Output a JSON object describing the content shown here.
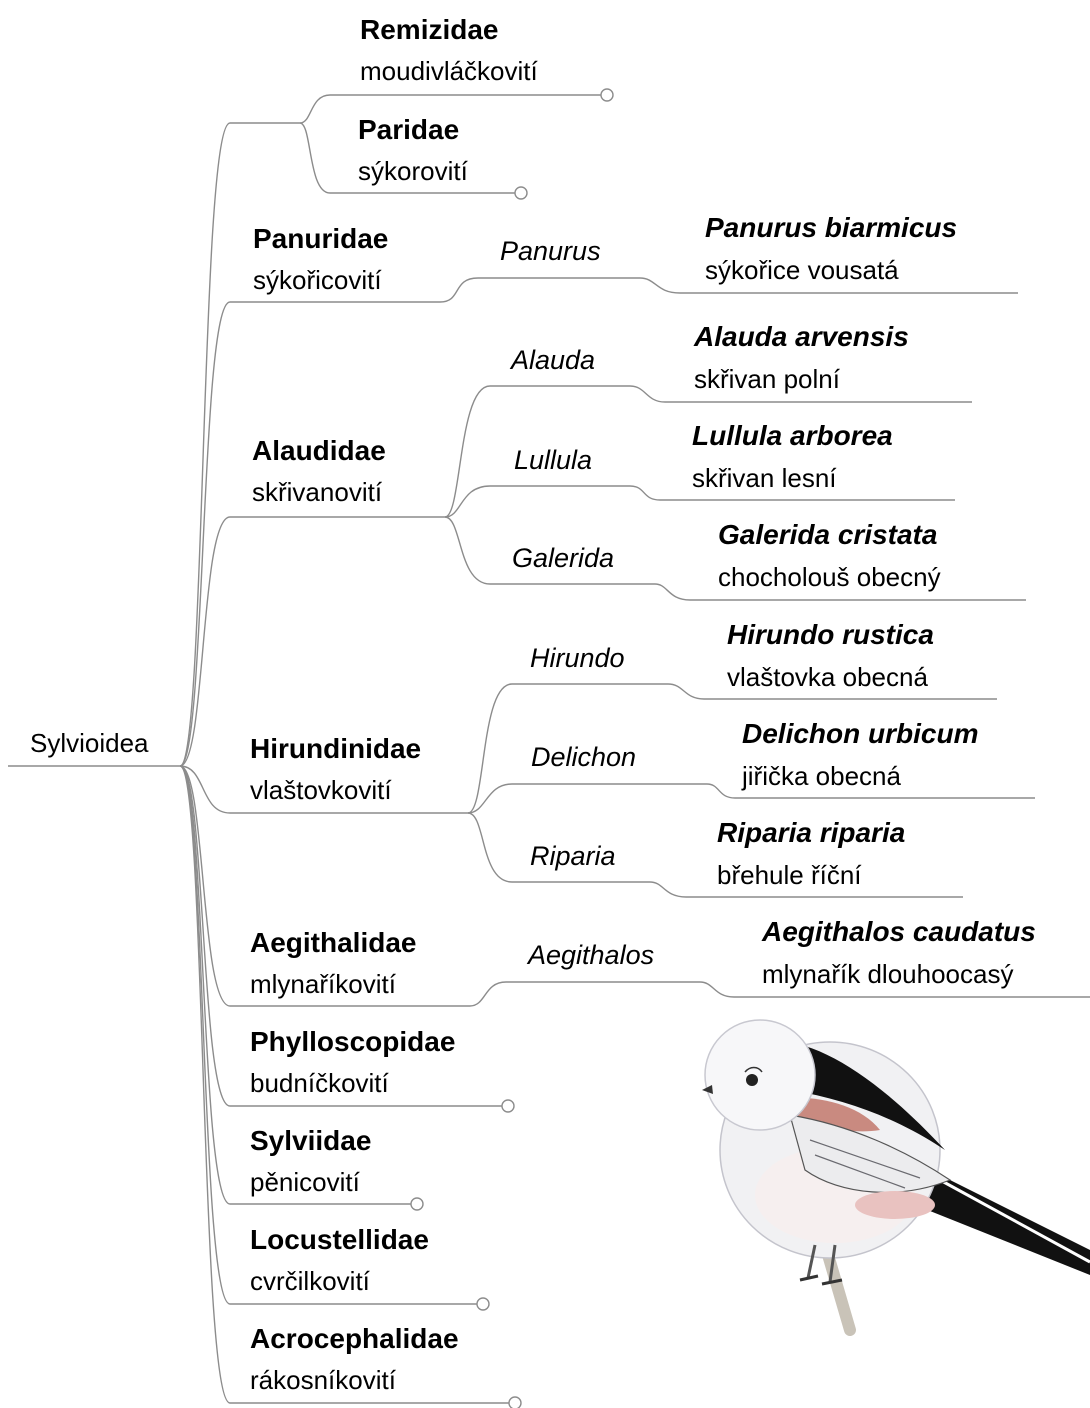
{
  "root": "Sylvioidea",
  "groups": [
    {
      "families": [
        {
          "name": "Remizidae",
          "czech": "moudivláčkovití"
        },
        {
          "name": "Paridae",
          "czech": "sýkorovití"
        }
      ]
    }
  ],
  "families": [
    {
      "name": "Panuridae",
      "czech": "sýkořicovití",
      "genera": [
        {
          "name": "Panurus",
          "species": "Panurus biarmicus",
          "czech": "sýkořice vousatá"
        }
      ]
    },
    {
      "name": "Alaudidae",
      "czech": "skřivanovití",
      "genera": [
        {
          "name": "Alauda",
          "species": "Alauda arvensis",
          "czech": "skřivan polní"
        },
        {
          "name": "Lullula",
          "species": "Lullula arborea",
          "czech": "skřivan lesní"
        },
        {
          "name": "Galerida",
          "species": "Galerida cristata",
          "czech": "chocholouš obecný"
        }
      ]
    },
    {
      "name": "Hirundinidae",
      "czech": "vlaštovkovití",
      "genera": [
        {
          "name": "Hirundo",
          "species": "Hirundo rustica",
          "czech": "vlaštovka obecná"
        },
        {
          "name": "Delichon",
          "species": "Delichon urbicum",
          "czech": "jiřička obecná"
        },
        {
          "name": "Riparia",
          "species": "Riparia riparia",
          "czech": "břehule říční"
        }
      ]
    },
    {
      "name": "Aegithalidae",
      "czech": "mlynaříkovití",
      "genera": [
        {
          "name": "Aegithalos",
          "species": "Aegithalos caudatus",
          "czech": "mlynařík dlouhoocasý"
        }
      ]
    },
    {
      "name": "Phylloscopidae",
      "czech": "budníčkovití"
    },
    {
      "name": "Sylviidae",
      "czech": "pěnicovití"
    },
    {
      "name": "Locustellidae",
      "czech": "cvrčilkovití"
    },
    {
      "name": "Acrocephalidae",
      "czech": "rákosníkovití"
    }
  ],
  "colors": {
    "line": "#8c8c8c",
    "text": "#000000",
    "bird_cap": "#f4f4f6",
    "bird_back": "#111111",
    "bird_shoulder": "#c98a80"
  }
}
